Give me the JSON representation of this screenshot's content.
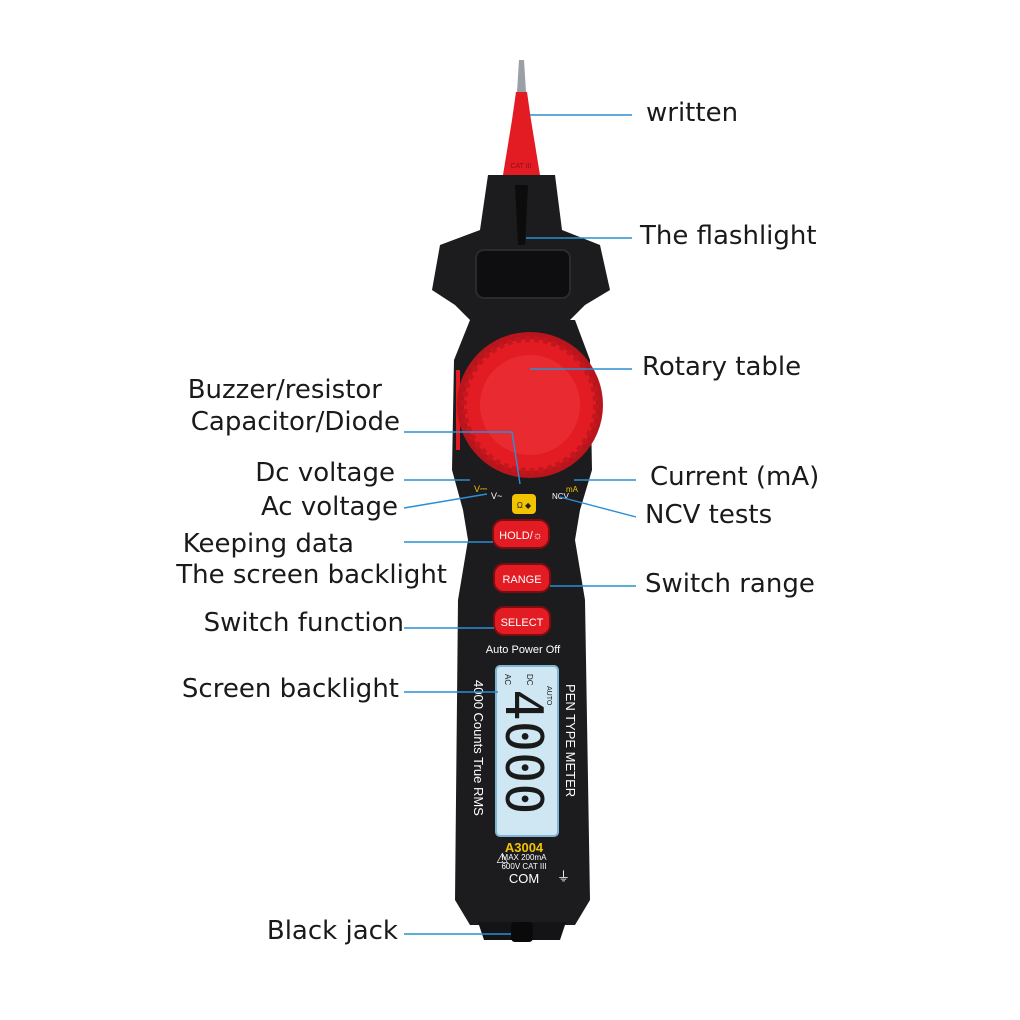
{
  "colors": {
    "accent_red": "#e31c24",
    "leader_line": "#2a8fd4",
    "body": "#1c1c1e",
    "lcd": "#cfe7f3",
    "highlight_yellow": "#f2c400"
  },
  "callouts": {
    "written": "written",
    "flashlight": "The flashlight",
    "rotary_table": "Rotary table",
    "buzzer_resistor": "Buzzer/resistor",
    "capacitor_diode": "Capacitor/Diode",
    "dc_voltage": "Dc voltage",
    "ac_voltage": "Ac voltage",
    "current": "Current (mA)",
    "ncv_tests": "NCV tests",
    "keeping_data": "Keeping data",
    "screen_backlight_btn": "The screen backlight",
    "switch_range": "Switch range",
    "switch_function": "Switch function",
    "screen_backlight": "Screen backlight",
    "black_jack": "Black jack"
  },
  "device": {
    "probe_mark": "CAT III",
    "dial_ncv": "NCV",
    "dial_ma": "mA",
    "hold_button": "HOLD/☼",
    "range_button": "RANGE",
    "select_button": "SELECT",
    "auto_power_off": "Auto Power Off",
    "side_text_left": "4000 Counts True RMS",
    "side_text_right": "PEN TYPE METER",
    "lcd_digits": "4000",
    "lcd_ac": "AC",
    "lcd_dc": "DC",
    "lcd_auto": "AUTO",
    "model": "A3004",
    "max_rating": "MAX 200mA",
    "cat_rating": "600V CAT III",
    "com": "COM"
  }
}
